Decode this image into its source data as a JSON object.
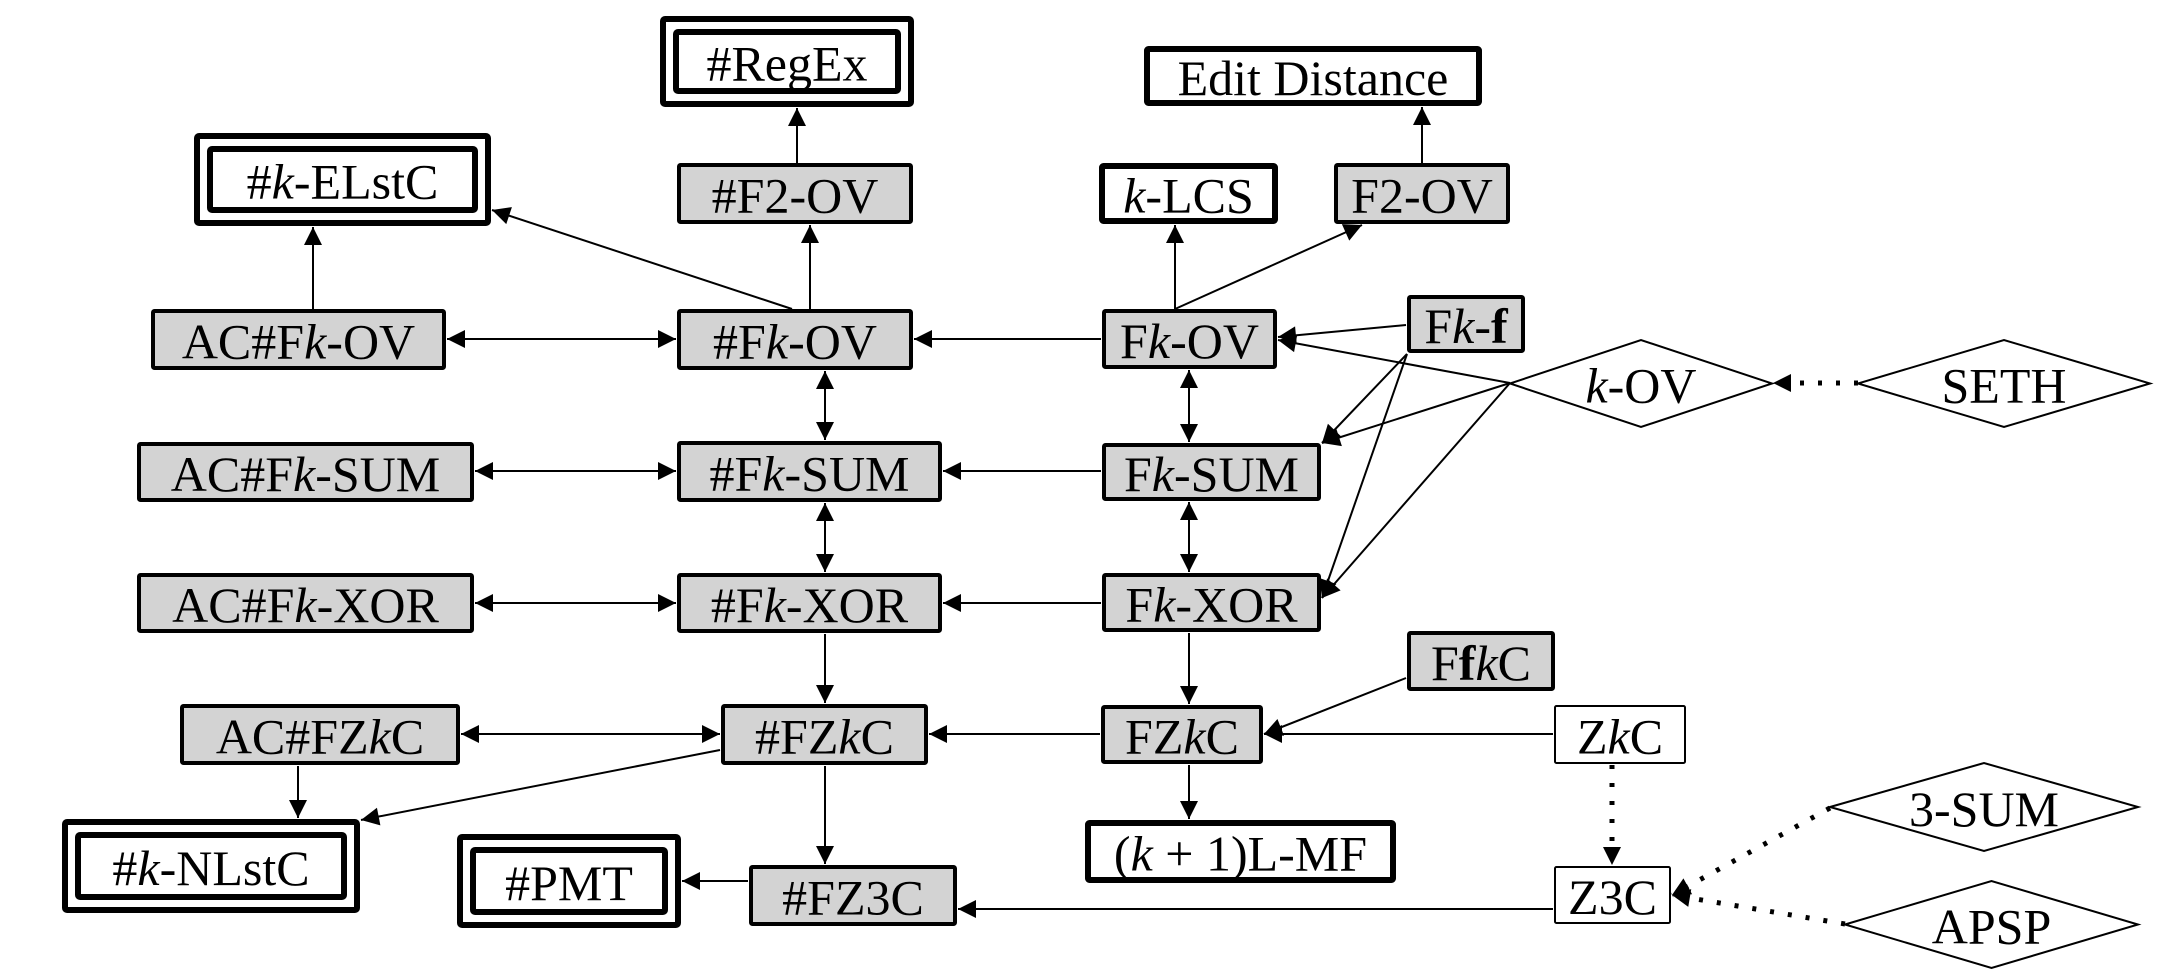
{
  "diagram": {
    "title": "",
    "colors": {
      "filled_node": "#d3d3d3",
      "plain_node": "#ffffff",
      "stroke": "#000000"
    },
    "node_styles": {
      "gray_box": "filled rectangle, thick border",
      "double_box": "double-bordered white rectangle (target problem)",
      "bold_box": "white rectangle, thick border",
      "thin_box": "white rectangle, thin border",
      "diamond": "white diamond (hypothesis)"
    },
    "nodes": [
      {
        "id": "regex",
        "style": "double_box",
        "label": [
          {
            "t": "#RegEx"
          }
        ]
      },
      {
        "id": "kelstc",
        "style": "double_box",
        "label": [
          {
            "t": "#"
          },
          {
            "t": "k",
            "s": "it"
          },
          {
            "t": "-ELstC"
          }
        ]
      },
      {
        "id": "editdist",
        "style": "bold_box",
        "label": [
          {
            "t": "Edit Distance"
          }
        ]
      },
      {
        "id": "f2ov_count",
        "style": "gray_box",
        "label": [
          {
            "t": "#F2-OV"
          }
        ]
      },
      {
        "id": "klcs",
        "style": "bold_box",
        "label": [
          {
            "t": "k",
            "s": "it"
          },
          {
            "t": "-LCS"
          }
        ]
      },
      {
        "id": "f2ov",
        "style": "gray_box",
        "label": [
          {
            "t": "F2-OV"
          }
        ]
      },
      {
        "id": "ac_fkov",
        "style": "gray_box",
        "label": [
          {
            "t": "AC#F"
          },
          {
            "t": "k",
            "s": "it"
          },
          {
            "t": "-OV"
          }
        ]
      },
      {
        "id": "fkov_count",
        "style": "gray_box",
        "label": [
          {
            "t": "#F"
          },
          {
            "t": "k",
            "s": "it"
          },
          {
            "t": "-OV"
          }
        ]
      },
      {
        "id": "fkov",
        "style": "gray_box",
        "label": [
          {
            "t": "F"
          },
          {
            "t": "k",
            "s": "it"
          },
          {
            "t": "-OV"
          }
        ]
      },
      {
        "id": "fkf",
        "style": "gray_box",
        "label": [
          {
            "t": "F"
          },
          {
            "t": "k",
            "s": "it"
          },
          {
            "t": "-"
          },
          {
            "t": "f",
            "s": "bf"
          }
        ]
      },
      {
        "id": "kov",
        "style": "diamond",
        "label": [
          {
            "t": "k",
            "s": "it"
          },
          {
            "t": "-OV"
          }
        ]
      },
      {
        "id": "seth",
        "style": "diamond",
        "label": [
          {
            "t": "SETH"
          }
        ]
      },
      {
        "id": "ac_fksum",
        "style": "gray_box",
        "label": [
          {
            "t": "AC#F"
          },
          {
            "t": "k",
            "s": "it"
          },
          {
            "t": "-SUM"
          }
        ]
      },
      {
        "id": "fksum_count",
        "style": "gray_box",
        "label": [
          {
            "t": "#F"
          },
          {
            "t": "k",
            "s": "it"
          },
          {
            "t": "-SUM"
          }
        ]
      },
      {
        "id": "fksum",
        "style": "gray_box",
        "label": [
          {
            "t": "F"
          },
          {
            "t": "k",
            "s": "it"
          },
          {
            "t": "-SUM"
          }
        ]
      },
      {
        "id": "ac_fkxor",
        "style": "gray_box",
        "label": [
          {
            "t": "AC#F"
          },
          {
            "t": "k",
            "s": "it"
          },
          {
            "t": "-XOR"
          }
        ]
      },
      {
        "id": "fkxor_count",
        "style": "gray_box",
        "label": [
          {
            "t": "#F"
          },
          {
            "t": "k",
            "s": "it"
          },
          {
            "t": "-XOR"
          }
        ]
      },
      {
        "id": "fkxor",
        "style": "gray_box",
        "label": [
          {
            "t": "F"
          },
          {
            "t": "k",
            "s": "it"
          },
          {
            "t": "-XOR"
          }
        ]
      },
      {
        "id": "ffkc",
        "style": "gray_box",
        "label": [
          {
            "t": "F"
          },
          {
            "t": "f",
            "s": "bf"
          },
          {
            "t": "k",
            "s": "it"
          },
          {
            "t": "C"
          }
        ]
      },
      {
        "id": "ac_fzkc",
        "style": "gray_box",
        "label": [
          {
            "t": "AC#FZ"
          },
          {
            "t": "k",
            "s": "it"
          },
          {
            "t": "C"
          }
        ]
      },
      {
        "id": "fzkc_count",
        "style": "gray_box",
        "label": [
          {
            "t": "#FZ"
          },
          {
            "t": "k",
            "s": "it"
          },
          {
            "t": "C"
          }
        ]
      },
      {
        "id": "fzkc",
        "style": "gray_box",
        "label": [
          {
            "t": "FZ"
          },
          {
            "t": "k",
            "s": "it"
          },
          {
            "t": "C"
          }
        ]
      },
      {
        "id": "zkc",
        "style": "thin_box",
        "label": [
          {
            "t": "Z"
          },
          {
            "t": "k",
            "s": "it"
          },
          {
            "t": "C"
          }
        ]
      },
      {
        "id": "knlstc",
        "style": "double_box",
        "label": [
          {
            "t": "#"
          },
          {
            "t": "k",
            "s": "it"
          },
          {
            "t": "-NLstC"
          }
        ]
      },
      {
        "id": "pmt",
        "style": "double_box",
        "label": [
          {
            "t": "#PMT"
          }
        ]
      },
      {
        "id": "fz3c_count",
        "style": "gray_box",
        "label": [
          {
            "t": "#FZ3C"
          }
        ]
      },
      {
        "id": "klmf",
        "style": "bold_box",
        "label": [
          {
            "t": "("
          },
          {
            "t": "k",
            "s": "it"
          },
          {
            "t": " + 1)L-MF"
          }
        ]
      },
      {
        "id": "z3c",
        "style": "thin_box",
        "label": [
          {
            "t": "Z3C"
          }
        ]
      },
      {
        "id": "threesum",
        "style": "diamond",
        "label": [
          {
            "t": "3-SUM"
          }
        ]
      },
      {
        "id": "apsp",
        "style": "diamond",
        "label": [
          {
            "t": "APSP"
          }
        ]
      }
    ],
    "edges": [
      {
        "from": "f2ov_count",
        "to": "regex",
        "type": "solid"
      },
      {
        "from": "ac_fkov",
        "to": "kelstc",
        "type": "solid"
      },
      {
        "from": "fkov_count",
        "to": "kelstc",
        "type": "solid"
      },
      {
        "from": "fkov_count",
        "to": "f2ov_count",
        "type": "solid"
      },
      {
        "from": "f2ov",
        "to": "editdist",
        "type": "solid"
      },
      {
        "from": "fkov",
        "to": "klcs",
        "type": "solid"
      },
      {
        "from": "fkov",
        "to": "f2ov",
        "type": "solid"
      },
      {
        "from": "ac_fkov",
        "to": "fkov_count",
        "type": "bidirectional"
      },
      {
        "from": "fkov",
        "to": "fkov_count",
        "type": "solid"
      },
      {
        "from": "fkf",
        "to": "fkov",
        "type": "solid"
      },
      {
        "from": "kov",
        "to": "fkov",
        "type": "solid"
      },
      {
        "from": "seth",
        "to": "kov",
        "type": "dotted"
      },
      {
        "from": "fkov_count",
        "to": "fksum_count",
        "type": "bidirectional"
      },
      {
        "from": "fkov",
        "to": "fksum",
        "type": "bidirectional"
      },
      {
        "from": "fkf",
        "to": "fksum",
        "type": "solid"
      },
      {
        "from": "kov",
        "to": "fksum",
        "type": "solid"
      },
      {
        "from": "ac_fksum",
        "to": "fksum_count",
        "type": "bidirectional"
      },
      {
        "from": "fksum",
        "to": "fksum_count",
        "type": "solid"
      },
      {
        "from": "fksum_count",
        "to": "fkxor_count",
        "type": "bidirectional"
      },
      {
        "from": "fksum",
        "to": "fkxor",
        "type": "bidirectional"
      },
      {
        "from": "fkf",
        "to": "fkxor",
        "type": "solid"
      },
      {
        "from": "kov",
        "to": "fkxor",
        "type": "solid"
      },
      {
        "from": "ac_fkxor",
        "to": "fkxor_count",
        "type": "bidirectional"
      },
      {
        "from": "fkxor",
        "to": "fkxor_count",
        "type": "solid"
      },
      {
        "from": "fkxor_count",
        "to": "fzkc_count",
        "type": "solid"
      },
      {
        "from": "fkxor",
        "to": "fzkc",
        "type": "solid"
      },
      {
        "from": "ffkc",
        "to": "fzkc",
        "type": "solid"
      },
      {
        "from": "zkc",
        "to": "fzkc",
        "type": "solid"
      },
      {
        "from": "ac_fzkc",
        "to": "fzkc_count",
        "type": "bidirectional"
      },
      {
        "from": "fzkc",
        "to": "fzkc_count",
        "type": "solid"
      },
      {
        "from": "ac_fzkc",
        "to": "knlstc",
        "type": "solid"
      },
      {
        "from": "fzkc_count",
        "to": "knlstc",
        "type": "solid"
      },
      {
        "from": "fzkc_count",
        "to": "fz3c_count",
        "type": "solid"
      },
      {
        "from": "fzkc",
        "to": "klmf",
        "type": "solid"
      },
      {
        "from": "zkc",
        "to": "z3c",
        "type": "dotted"
      },
      {
        "from": "fz3c_count",
        "to": "pmt",
        "type": "solid"
      },
      {
        "from": "z3c",
        "to": "fz3c_count",
        "type": "solid"
      },
      {
        "from": "threesum",
        "to": "z3c",
        "type": "dotted"
      },
      {
        "from": "apsp",
        "to": "z3c",
        "type": "dotted"
      }
    ]
  }
}
